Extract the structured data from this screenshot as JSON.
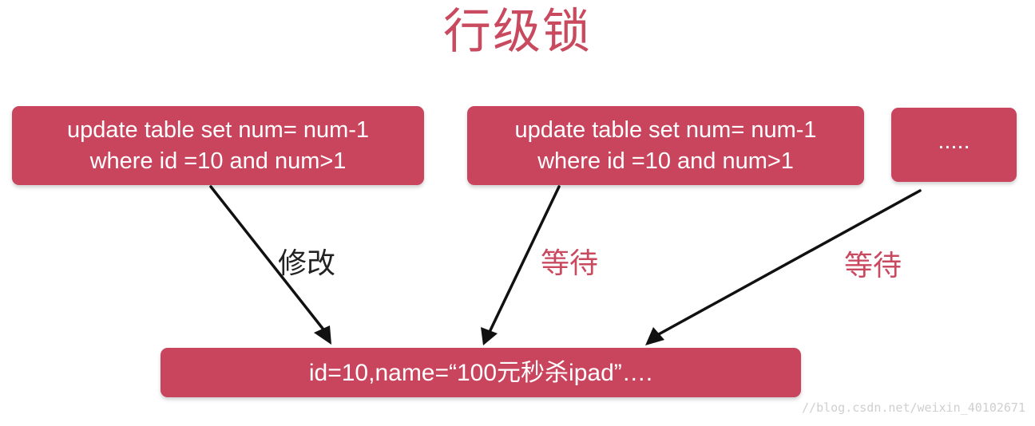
{
  "title": "行级锁",
  "transactions": [
    {
      "line1": "update table set num= num-1",
      "line2": "where id =10 and num>1"
    },
    {
      "line1": "update table set num= num-1",
      "line2": "where id =10 and num>1"
    },
    {
      "line1": "....."
    }
  ],
  "row": {
    "text": "id=10,name=“100元秒杀ipad”…."
  },
  "edges": [
    {
      "label": "修改"
    },
    {
      "label": "等待"
    },
    {
      "label": "等待"
    }
  ],
  "watermark": "//blog.csdn.net/weixin_40102671",
  "colors": {
    "box": "#c9455e",
    "title": "#c9495f",
    "wait_label": "#c9495f",
    "modify_label": "#222222",
    "arrow": "#111111"
  }
}
